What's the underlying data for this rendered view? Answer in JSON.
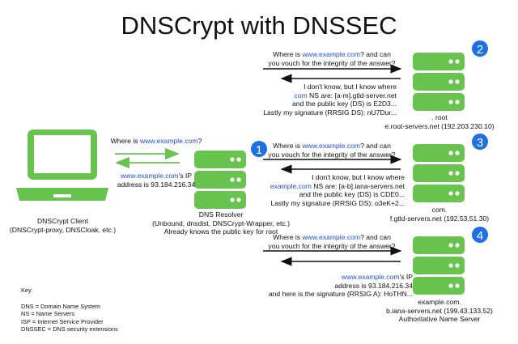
{
  "title": "DNSCrypt with DNSSEC",
  "colors": {
    "server_green": "#69c34f",
    "badge_blue": "#1e6fe0",
    "link_blue": "#1f4fd8",
    "arrow": "#111111"
  },
  "client": {
    "q_pre": "Where is ",
    "q_link": "www.example.com",
    "q_post": "?",
    "a_link": "www.example.com",
    "a_post": "'s IP",
    "a_line2": "address is 93.184.216.34",
    "label1": "DNSCrypt Client",
    "label2": "(DNSCrypt-proxy, DNSCloak, etc.)"
  },
  "resolver": {
    "badge": "1",
    "label1": "DNS Resolver",
    "label2": "(Unbound, dnsdist, DNSCrypt-Wrapper, etc.)",
    "label3": "Already knows the public key for root"
  },
  "root_exchange": {
    "q_pre": "Where is ",
    "q_link": "www.example.com",
    "q_post": "? and can",
    "q_line2": "you vouch for the integrity of the answer?",
    "a_line1": "I don't know, but I know where",
    "a_link": "com",
    "a_line2_post": " NS are: [a-m].gtld-server.net",
    "a_line3": "and the public key (DS) is E2D3...",
    "a_line4": "Lastly my signature (RRSIG DS): nU7Dur...",
    "badge": "2",
    "server_name": ". root",
    "server_host": "e.root-servers.net (192.203.230.10)"
  },
  "com_exchange": {
    "q_pre": "Where is ",
    "q_link": "www.example.com",
    "q_post": "? and can",
    "q_line2": "you vouch for the integrity of the answer?",
    "a_line1": "I don't know, but I know where",
    "a_link": "example.com",
    "a_line2_post": " NS are: [a-b].iana-servers.net",
    "a_line3": "and the public key (DS) is CDE0...",
    "a_line4": "Lastly my signature (RRSIG DS): o3eK+2...",
    "badge": "3",
    "server_name": "com.",
    "server_host": "f.gtld-servers.net (192.53.51.30)"
  },
  "auth_exchange": {
    "q_pre": "Where is ",
    "q_link": "www.example.com",
    "q_post": "? and can",
    "q_line2": "you vouch for the integrity of the answer?",
    "a_link": "www.example.com",
    "a_post": "'s IP",
    "a_line2": "address is 93.184.216.34",
    "a_line3": "and here is the signature (RRSIG A): HoTHN...",
    "badge": "4",
    "server_name": "example.com.",
    "server_host": "b.iana-servers.net (199.43.133.52)",
    "server_role": "Authoritative Name Server"
  },
  "key": {
    "heading": "Key:",
    "items": [
      "DNS = Domain Name System",
      "NS = Name Servers",
      "ISP = Internet Service Provider",
      "DNSSEC = DNS security extensions"
    ]
  }
}
